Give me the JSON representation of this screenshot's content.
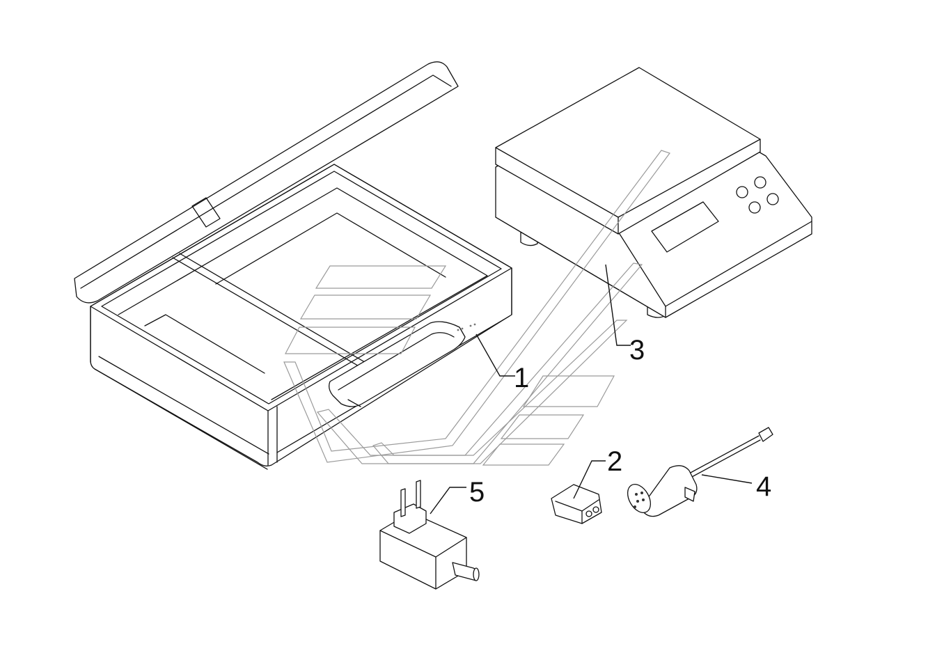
{
  "diagram": {
    "callouts": [
      {
        "id": "callout-1",
        "text": "1",
        "part": "carrying-case"
      },
      {
        "id": "callout-2",
        "text": "2",
        "part": "adapter-block"
      },
      {
        "id": "callout-3",
        "text": "3",
        "part": "weighing-scale"
      },
      {
        "id": "callout-4",
        "text": "4",
        "part": "connector-cable"
      },
      {
        "id": "callout-5",
        "text": "5",
        "part": "power-adapter"
      }
    ]
  }
}
